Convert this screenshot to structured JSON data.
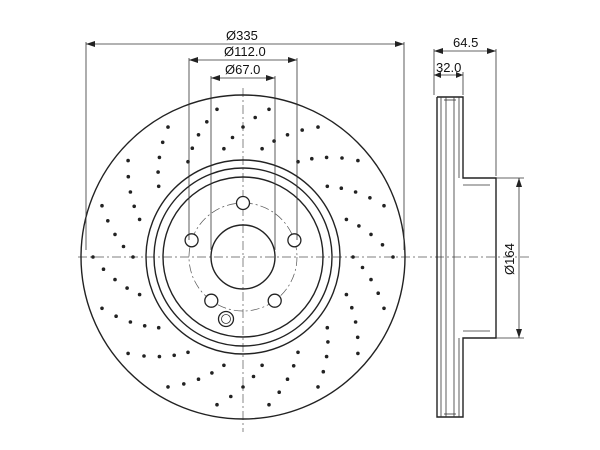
{
  "dimensions": {
    "outer_diameter": "Ø335",
    "bolt_circle": "Ø112.0",
    "center_bore": "Ø67.0",
    "overall_thickness": "64.5",
    "disc_thickness": "32.0",
    "hat_diameter": "Ø164"
  }
}
